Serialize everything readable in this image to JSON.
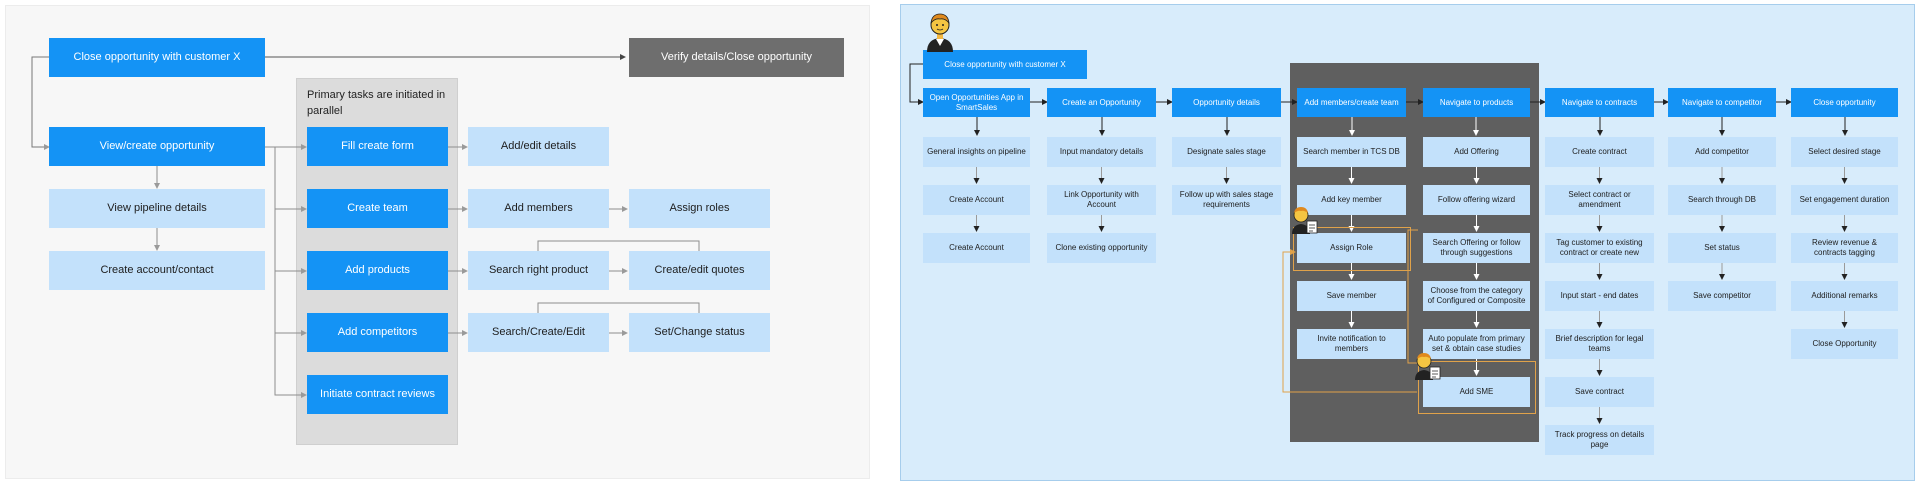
{
  "left_flow": {
    "close_opportunity": "Close opportunity with customer X",
    "verify_close": "Verify details/Close opportunity",
    "view_create_opportunity": "View/create opportunity",
    "view_pipeline": "View pipeline details",
    "create_account_contact": "Create account/contact",
    "parallel_label": "Primary tasks are initiated in parallel",
    "fill_create_form": "Fill create form",
    "create_team": "Create team",
    "add_products": "Add products",
    "add_competitors": "Add competitors",
    "initiate_contract_reviews": "Initiate contract reviews",
    "add_edit_details": "Add/edit details",
    "add_members": "Add members",
    "assign_roles": "Assign roles",
    "search_right_product": "Search right product",
    "create_edit_quotes": "Create/edit quotes",
    "search_create_edit": "Search/Create/Edit",
    "set_change_status": "Set/Change status"
  },
  "right_flow": {
    "close_opportunity": "Close opportunity with customer X",
    "columns": [
      {
        "header": "Open Opportunities App in SmartSales",
        "steps": [
          "General insights on pipeline",
          "Create Account",
          "Create Account"
        ]
      },
      {
        "header": "Create an Opportunity",
        "steps": [
          "Input mandatory details",
          "Link Opportunity with Account",
          "Clone existing opportunity"
        ]
      },
      {
        "header": "Opportunity details",
        "steps": [
          "Designate sales stage",
          "Follow up with sales stage requirements"
        ]
      },
      {
        "header": "Add members/create team",
        "steps": [
          "Search member in TCS DB",
          "Add key member",
          "Assign Role",
          "Save member",
          "Invite notification to members"
        ]
      },
      {
        "header": "Navigate to products",
        "steps": [
          "Add Offering",
          "Follow offering wizard",
          "Search Offering or follow through suggestions",
          "Choose from the category of Configured or Composite",
          "Auto populate from primary set & obtain case studies",
          "Add SME"
        ]
      },
      {
        "header": "Navigate to contracts",
        "steps": [
          "Create contract",
          "Select contract or amendment",
          "Tag customer to existing contract or create new",
          "Input start - end dates",
          "Brief description for legal teams",
          "Save contract",
          "Track progress on details page"
        ]
      },
      {
        "header": "Navigate to competitor",
        "steps": [
          "Add competitor",
          "Search through DB",
          "Set status",
          "Save competitor"
        ]
      },
      {
        "header": "Close opportunity",
        "steps": [
          "Select desired stage",
          "Set engagement duration",
          "Review revenue & contracts tagging",
          "Additional remarks",
          "Close Opportunity"
        ]
      }
    ]
  },
  "colors": {
    "primary_box": "#1493f5",
    "secondary_box": "#c3e1fb",
    "final_box": "#6e6e6e",
    "right_background": "#d8ecfb",
    "highlight_zone": "#5f5f5f",
    "handoff_line": "#e0a24a"
  },
  "icons": [
    "person-avatar-icon",
    "person-with-clipboard-icon"
  ]
}
